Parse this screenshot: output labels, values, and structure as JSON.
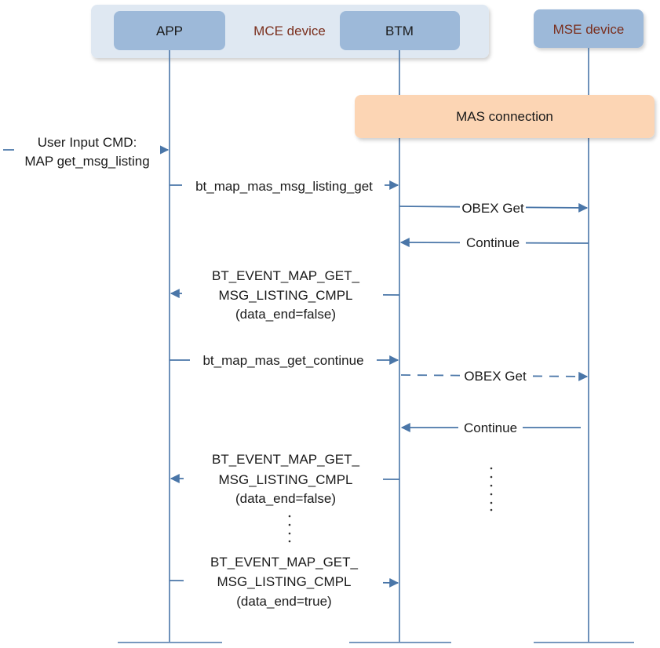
{
  "participants": {
    "app": "APP",
    "mce_group": "MCE device",
    "btm": "BTM",
    "mse": "MSE device"
  },
  "connection_box": "MAS connection",
  "messages": {
    "user_input_line1": "User Input CMD:",
    "user_input_line2": "MAP get_msg_listing",
    "listing_get": "bt_map_mas_msg_listing_get",
    "obex_get_1": "OBEX Get",
    "continue_1": "Continue",
    "event1_line1": "BT_EVENT_MAP_GET_",
    "event1_line2": "MSG_LISTING_CMPL",
    "event1_line3": "(data_end=false)",
    "get_continue": "bt_map_mas_get_continue",
    "obex_get_2": "OBEX Get",
    "continue_2": "Continue",
    "event2_line1": "BT_EVENT_MAP_GET_",
    "event2_line2": "MSG_LISTING_CMPL",
    "event2_line3": "(data_end=false)",
    "event3_line1": "BT_EVENT_MAP_GET_",
    "event3_line2": "MSG_LISTING_CMPL",
    "event3_line3": "(data_end=true)"
  },
  "colors": {
    "group_bg": "#dfe8f2",
    "participant_fill": "#9db9d9",
    "participant_text": "#1a1a1a",
    "group_text": "#7a2e1c",
    "connection_fill": "#fcd5b4",
    "line": "#4a76a8"
  }
}
